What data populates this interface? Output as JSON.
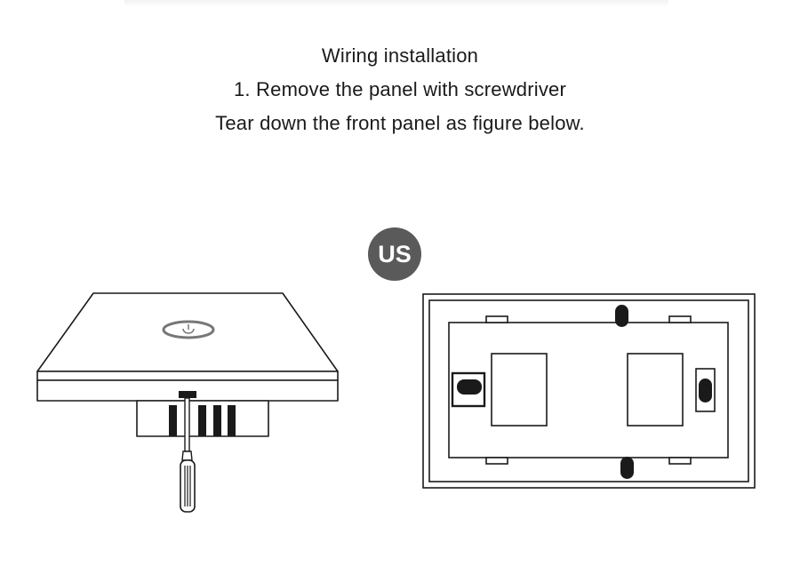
{
  "instructions": {
    "title": "Wiring installation",
    "step": "1. Remove the panel with screwdriver",
    "description": "Tear down the front panel as figure below."
  },
  "badge": {
    "label": "US"
  },
  "colors": {
    "badge_background": "#5a5a5a",
    "line_art": "#1a1a1a",
    "touch_icon": "#777777"
  },
  "icons": {
    "touch_button": "power-icon",
    "tool": "screwdriver-icon"
  }
}
